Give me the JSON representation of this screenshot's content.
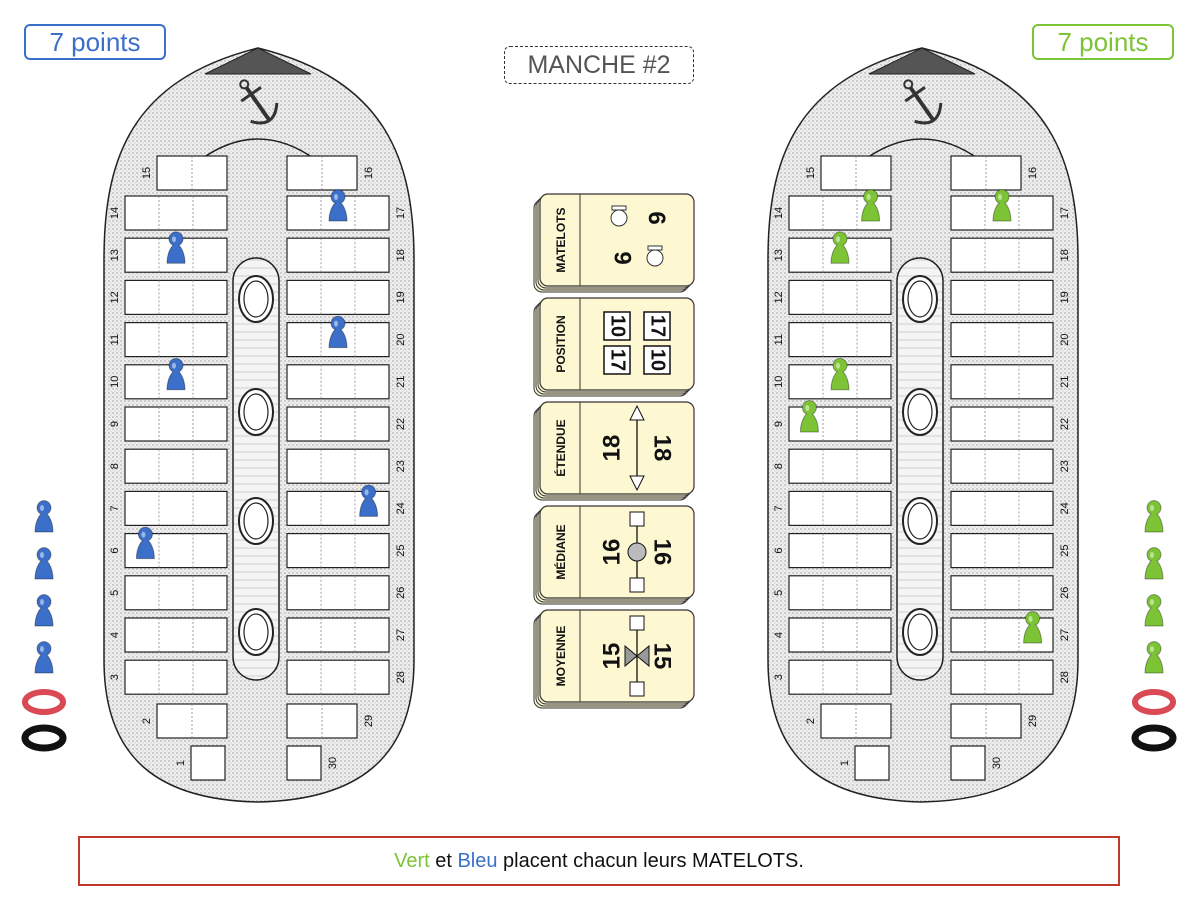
{
  "colors": {
    "blue": "#3b6fc9",
    "green": "#7cc335",
    "card": "#fdf8d2",
    "status_border": "#c0392b",
    "ring_red": "#d94a55",
    "ring_black": "#111111"
  },
  "score": {
    "blue": "7 points",
    "green": "7 points"
  },
  "round": "MANCHE #2",
  "status": {
    "part1": "Vert",
    "part2": " et ",
    "part3": "Bleu",
    "part4": " placent chacun leurs MATELOTS."
  },
  "cards": [
    {
      "label": "MATELOTS",
      "value_a": "9",
      "value_b": "9",
      "icon": "sailor-icon"
    },
    {
      "label": "POSITION",
      "value_a": "10",
      "value_b": "17",
      "icon": "position-icon"
    },
    {
      "label": "ÉTENDUE",
      "value_a": "18",
      "value_b": "18",
      "icon": "range-arrow-icon"
    },
    {
      "label": "MÉDIANE",
      "value_a": "16",
      "value_b": "16",
      "icon": "median-icon"
    },
    {
      "label": "MOYENNE",
      "value_a": "15",
      "value_b": "15",
      "icon": "mean-icon"
    }
  ],
  "boards": [
    {
      "player": "blue",
      "pawns_on_board": [
        6,
        10,
        13,
        17,
        20,
        24
      ],
      "reserve_pawns": 4
    },
    {
      "player": "green",
      "pawns_on_board": [
        9,
        10,
        13,
        14,
        17,
        27
      ],
      "reserve_pawns": 4
    }
  ],
  "slot_numbers": [
    "1",
    "2",
    "3",
    "4",
    "5",
    "6",
    "7",
    "8",
    "9",
    "10",
    "11",
    "12",
    "13",
    "14",
    "15",
    "16",
    "17",
    "18",
    "19",
    "20",
    "21",
    "22",
    "23",
    "24",
    "25",
    "26",
    "27",
    "28",
    "29",
    "30"
  ]
}
